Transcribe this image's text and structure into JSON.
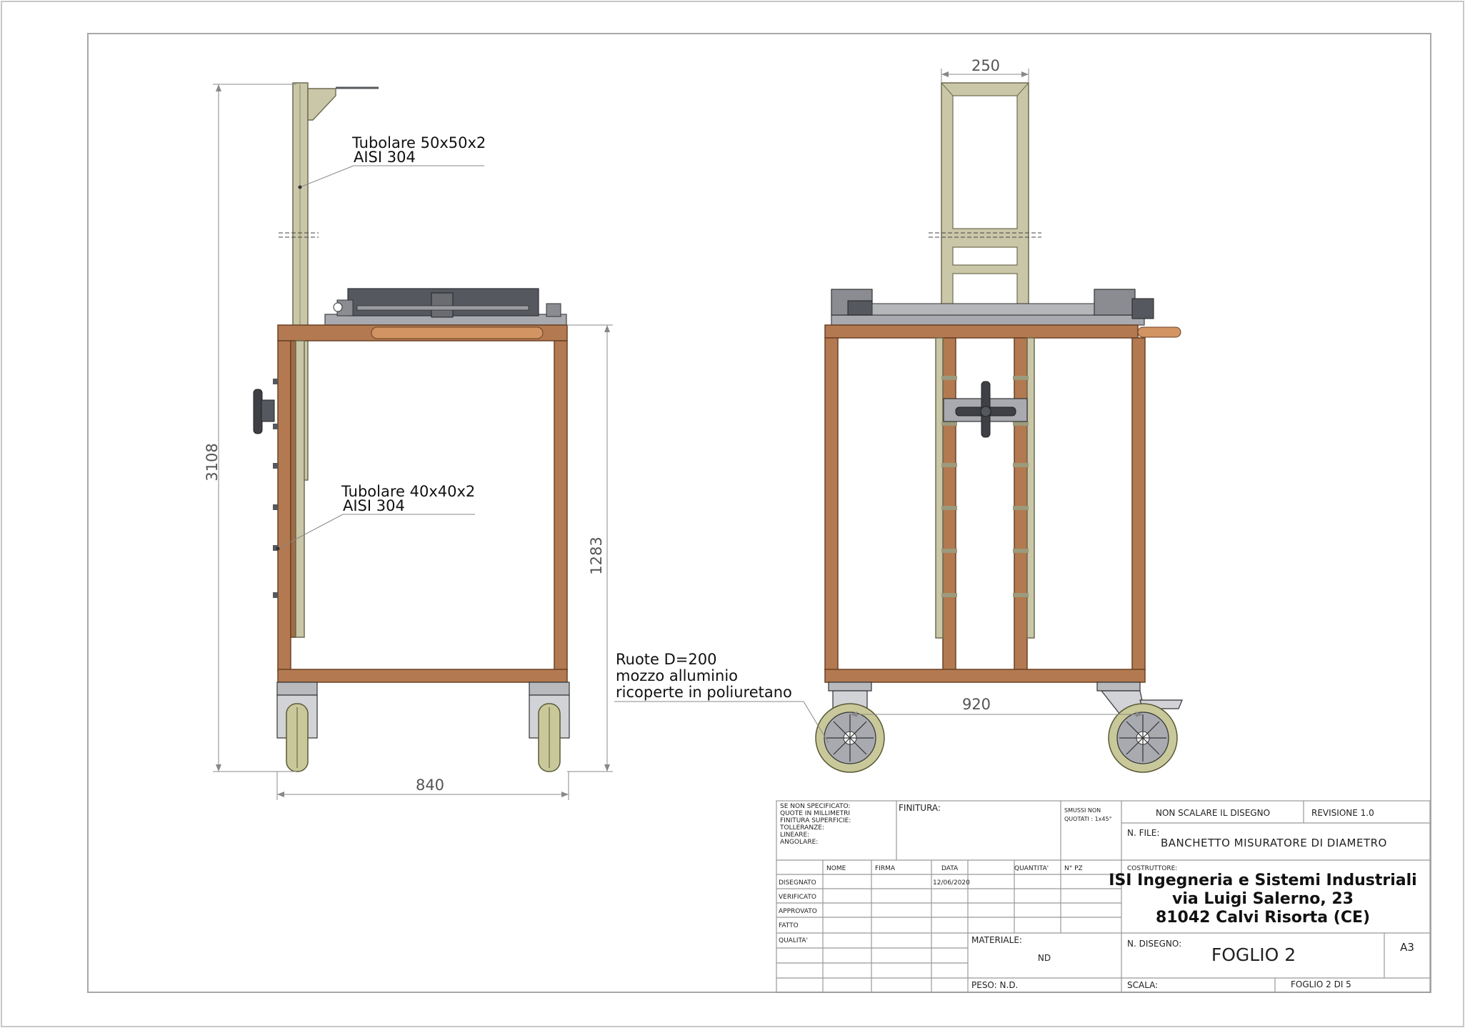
{
  "dimensions": {
    "overall_height": "3108",
    "table_height": "1283",
    "width_side": "840",
    "width_front": "920",
    "column_width": "250"
  },
  "annotations": {
    "upper_tube": {
      "line1": "Tubolare 50x50x2",
      "line2": "AISI 304"
    },
    "lower_tube": {
      "line1": "Tubolare 40x40x2",
      "line2": "AISI 304"
    },
    "wheels": {
      "line1": "Ruote D=200",
      "line2": "mozzo alluminio",
      "line3": "ricoperte in poliuretano"
    }
  },
  "title_block": {
    "tolerances": {
      "line1": "SE NON SPECIFICATO:",
      "line2": "QUOTE IN MILLIMETRI",
      "line3": "FINITURA SUPERFICIE:",
      "line4": "TOLLERANZE:",
      "line5": "LINEARE:",
      "line6": "ANGOLARE:"
    },
    "finitura_label": "FINITURA:",
    "smussi": {
      "line1": "SMUSSI NON",
      "line2": "QUOTATI : 1x45°"
    },
    "non_scalare": "NON SCALARE IL DISEGNO",
    "revisione": "REVISIONE  1.0",
    "nfile_label": "N. FILE:",
    "nfile_value": "BANCHETTO MISURATORE DI DIAMETRO",
    "headers": {
      "nome": "NOME",
      "firma": "FIRMA",
      "data": "DATA",
      "quantita": "QUANTITA'",
      "npz": "N° PZ"
    },
    "rows": [
      "DISEGNATO",
      "VERIFICATO",
      "APPROVATO",
      "FATTO",
      "QUALITA'"
    ],
    "disegnato_data": "12/06/2020",
    "costruttore_label": "COSTRUTTORE:",
    "company": {
      "line1": "ISI Ingegneria e Sistemi Industriali",
      "line2": "via Luigi Salerno, 23",
      "line3": "81042 Calvi Risorta (CE)"
    },
    "materiale_label": "MATERIALE:",
    "materiale_value": "ND",
    "ndisegno_label": "N. DISEGNO:",
    "ndisegno_value": "FOGLIO 2",
    "formato": "A3",
    "peso": "PESO: N.D.",
    "scala_label": "SCALA:",
    "foglio": "FOGLIO  2  DI  5"
  }
}
